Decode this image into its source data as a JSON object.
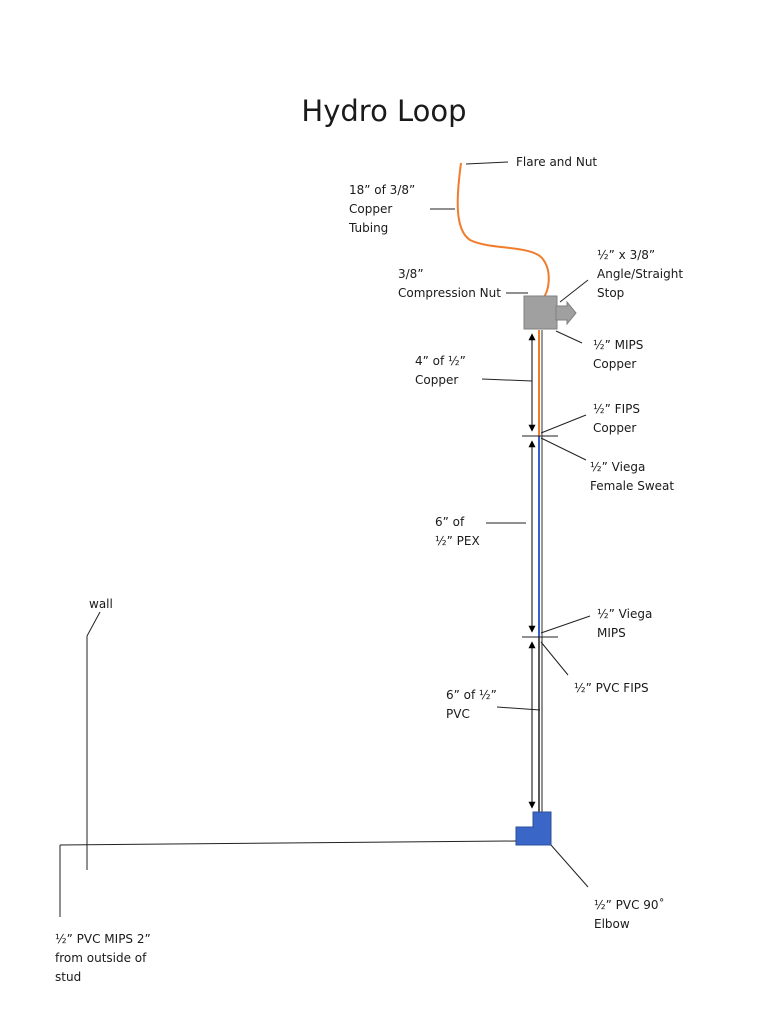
{
  "title": "Hydro Loop",
  "colors": {
    "copper_tubing": "#f07c2c",
    "pex": "#3a5fcb",
    "stop_valve": "#a0a0a0",
    "elbow": "#3a66c8",
    "lines": "#222222"
  },
  "labels": {
    "flare_nut": "Flare and Nut",
    "copper_tubing": "18” of 3/8”\nCopper\nTubing",
    "compression_nut": "3/8”\nCompression Nut",
    "angle_stop": "½” x 3/8”\nAngle/Straight\nStop",
    "mips_copper": "½” MIPS\nCopper",
    "copper_4in": "4” of ½”\nCopper",
    "fips_copper": "½” FIPS\nCopper",
    "viega_female_sweat": "½” Viega\nFemale Sweat",
    "pex_6in": "6” of\n½” PEX",
    "viega_mips": "½” Viega\nMIPS",
    "pvc_fips": "½” PVC FIPS",
    "pvc_6in": "6” of ½”\nPVC",
    "wall": "wall",
    "pvc_elbow": "½” PVC 90˚\nElbow",
    "pvc_mips_stud": "½” PVC MIPS 2”\nfrom outside of\nstud"
  }
}
